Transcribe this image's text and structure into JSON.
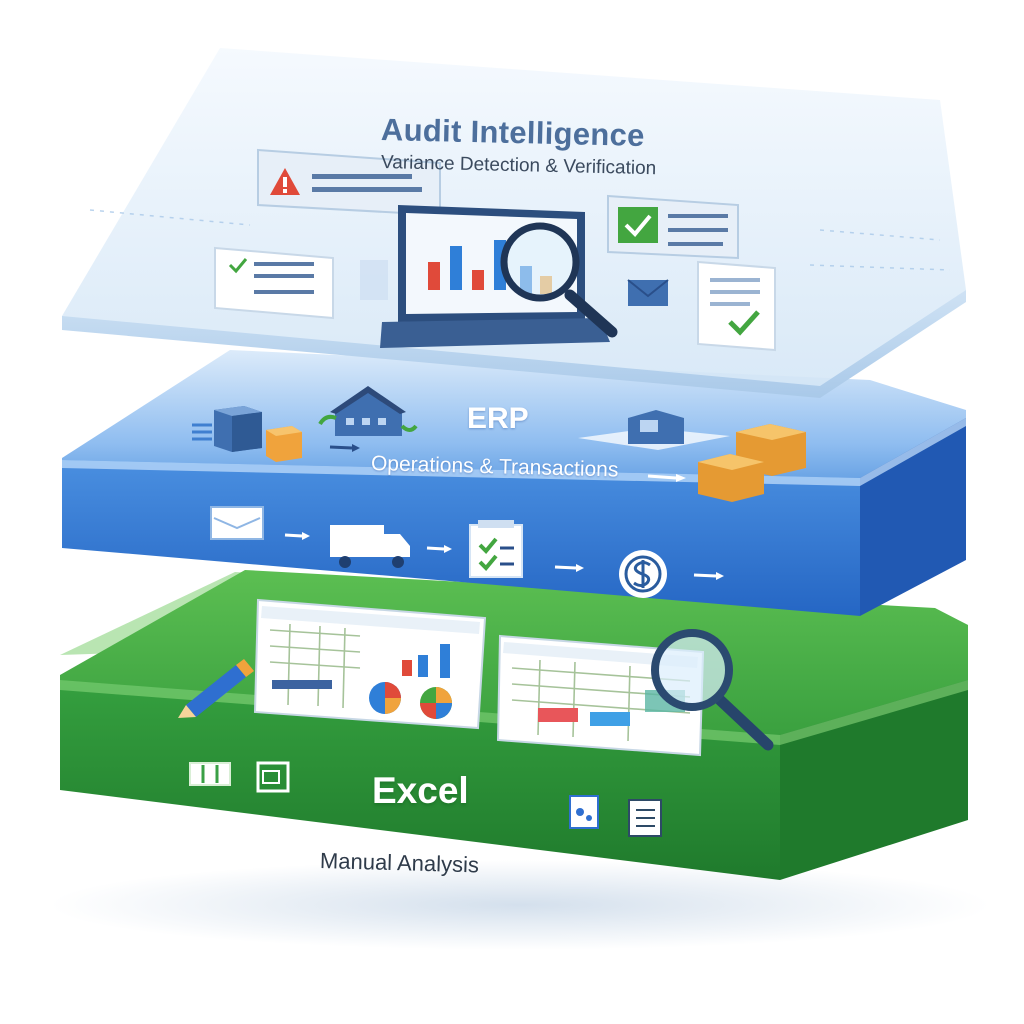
{
  "layers": {
    "audit": {
      "title": "Audit Intelligence",
      "subtitle": "Variance Detection & Verification",
      "color": "#dcecf8"
    },
    "erp": {
      "title": "ERP",
      "subtitle": "Operations & Transactions",
      "color": "#3f86d8"
    },
    "excel": {
      "title": "Excel",
      "subtitle": "Manual Analysis",
      "color": "#3aa046"
    }
  },
  "icons": {
    "audit": [
      "warning-icon",
      "checklist-icon",
      "bar-chart-icon",
      "magnifier-icon",
      "checkmark-icon",
      "envelope-icon"
    ],
    "erp": [
      "boxes-icon",
      "warehouse-icon",
      "package-icon",
      "document-icon",
      "truck-icon",
      "clipboard-check-icon",
      "dollar-icon",
      "arrow-icon"
    ],
    "excel": [
      "spreadsheet-icon",
      "pie-chart-icon",
      "bar-chart-icon",
      "pencil-icon",
      "magnifier-icon",
      "table-icon",
      "image-file-icon",
      "list-icon"
    ]
  },
  "accent_colors": {
    "red": "#e04a3a",
    "blue": "#2f7fd8",
    "orange": "#f0a33c",
    "green": "#43a640"
  }
}
